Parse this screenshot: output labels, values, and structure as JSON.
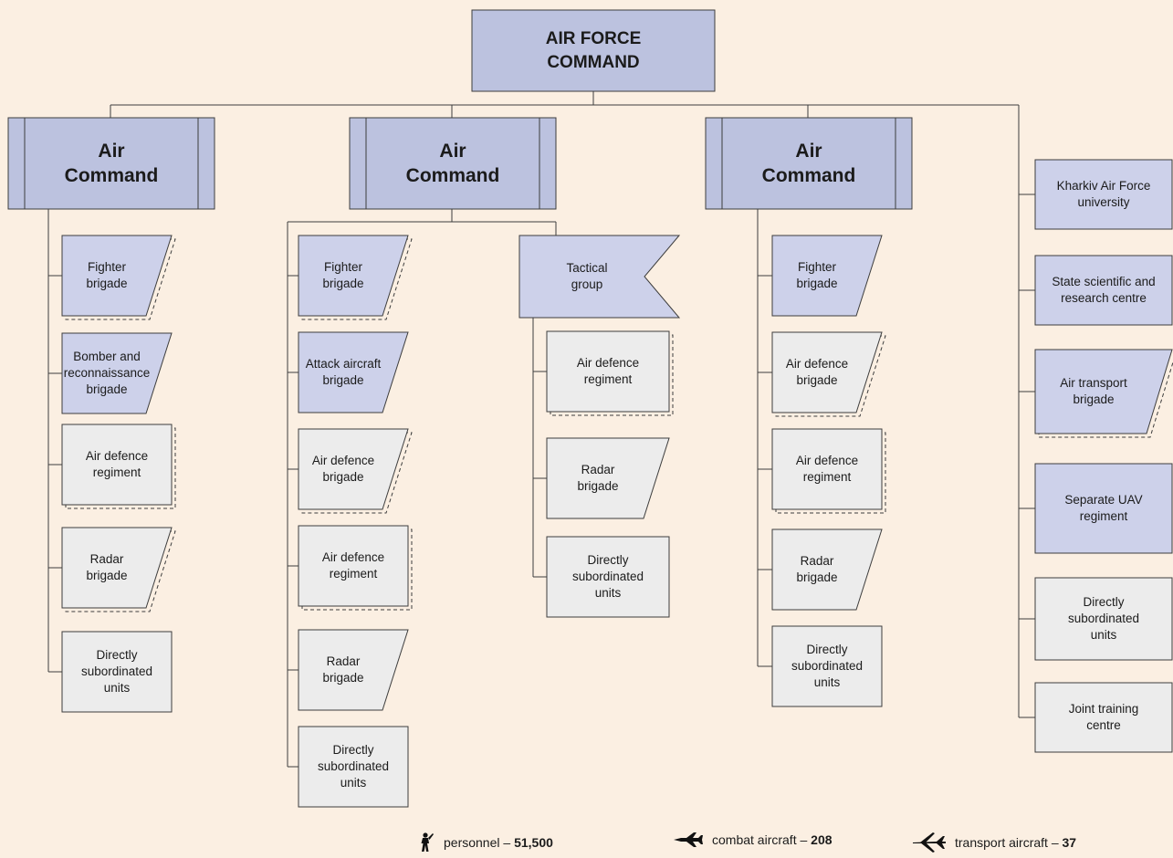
{
  "colors": {
    "background": "#fbefe2",
    "command_fill": "#bcc2df",
    "unit_fill": "#cdd1ea",
    "grey_fill": "#ececec",
    "stroke": "#3d3d3d"
  },
  "top": {
    "label": "AIR FORCE\nCOMMAND"
  },
  "air_commands": [
    {
      "label": "Air\nCommand",
      "units": [
        {
          "label": "Fighter\nbrigade",
          "shape": "para",
          "fill": "blue",
          "stacked": true
        },
        {
          "label": "Bomber and\nreconnaissance\nbrigade",
          "shape": "para",
          "fill": "blue",
          "stacked": false
        },
        {
          "label": "Air defence\nregiment",
          "shape": "rect",
          "fill": "grey",
          "stacked": true
        },
        {
          "label": "Radar\nbrigade",
          "shape": "para",
          "fill": "grey",
          "stacked": true
        },
        {
          "label": "Directly\nsubordinated\nunits",
          "shape": "rect",
          "fill": "grey",
          "stacked": false
        }
      ]
    },
    {
      "label": "Air\nCommand",
      "units": [
        {
          "label": "Fighter\nbrigade",
          "shape": "para",
          "fill": "blue",
          "stacked": true
        },
        {
          "label": "Attack aircraft\nbrigade",
          "shape": "para",
          "fill": "blue",
          "stacked": false
        },
        {
          "label": "Air defence\nbrigade",
          "shape": "para",
          "fill": "grey",
          "stacked": true
        },
        {
          "label": "Air defence\nregiment",
          "shape": "rect",
          "fill": "grey",
          "stacked": true
        },
        {
          "label": "Radar\nbrigade",
          "shape": "para",
          "fill": "grey",
          "stacked": false
        },
        {
          "label": "Directly\nsubordinated\nunits",
          "shape": "rect",
          "fill": "grey",
          "stacked": false
        }
      ],
      "tactical_group": {
        "label": "Tactical\ngroup",
        "units": [
          {
            "label": "Air defence\nregiment",
            "shape": "rect",
            "fill": "grey",
            "stacked": true
          },
          {
            "label": "Radar\nbrigade",
            "shape": "para",
            "fill": "grey",
            "stacked": false
          },
          {
            "label": "Directly\nsubordinated\nunits",
            "shape": "rect",
            "fill": "grey",
            "stacked": false
          }
        ]
      }
    },
    {
      "label": "Air\nCommand",
      "units": [
        {
          "label": "Fighter\nbrigade",
          "shape": "para",
          "fill": "blue",
          "stacked": false
        },
        {
          "label": "Air defence\nbrigade",
          "shape": "para",
          "fill": "grey",
          "stacked": true
        },
        {
          "label": "Air defence\nregiment",
          "shape": "rect",
          "fill": "grey",
          "stacked": true
        },
        {
          "label": "Radar\nbrigade",
          "shape": "para",
          "fill": "grey",
          "stacked": false
        },
        {
          "label": "Directly\nsubordinated\nunits",
          "shape": "rect",
          "fill": "grey",
          "stacked": false
        }
      ]
    }
  ],
  "direct_units": [
    {
      "label": "Kharkiv Air Force\nuniversity",
      "shape": "rect",
      "fill": "blue",
      "stacked": false
    },
    {
      "label": "State scientific and\nresearch centre",
      "shape": "rect",
      "fill": "blue",
      "stacked": false
    },
    {
      "label": "Air transport\nbrigade",
      "shape": "para",
      "fill": "blue",
      "stacked": true
    },
    {
      "label": "Separate UAV\nregiment",
      "shape": "rect",
      "fill": "blue",
      "stacked": false
    },
    {
      "label": "Directly\nsubordinated\nunits",
      "shape": "rect",
      "fill": "grey",
      "stacked": false
    },
    {
      "label": "Joint training\ncentre",
      "shape": "rect",
      "fill": "grey",
      "stacked": false
    }
  ],
  "legend": {
    "personnel": {
      "icon": "soldier-icon",
      "label": "personnel",
      "value": "51,500"
    },
    "combat": {
      "icon": "fighter-jet-icon",
      "label": "combat aircraft",
      "value": "208"
    },
    "transport": {
      "icon": "transport-plane-icon",
      "label": "transport aircraft",
      "value": "37"
    }
  }
}
